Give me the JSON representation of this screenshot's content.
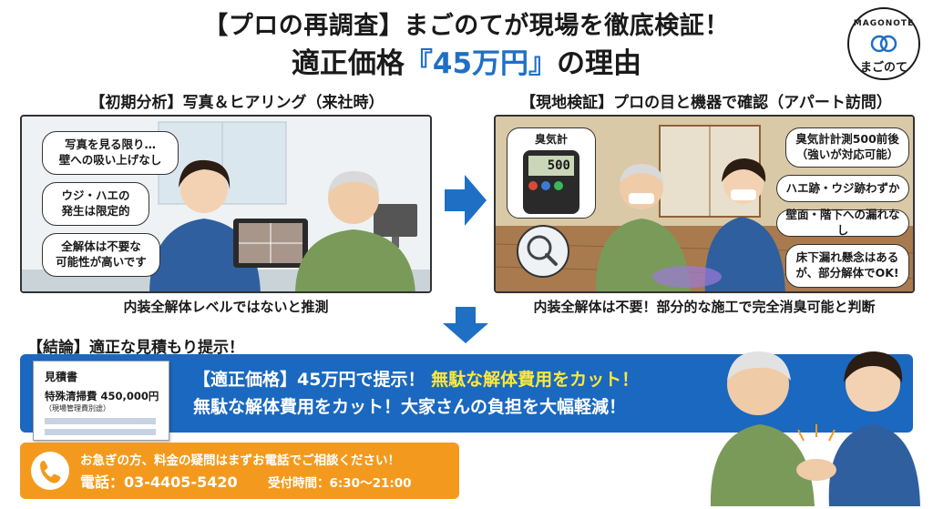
{
  "header": {
    "title_line1": "【プロの再調査】まごのてが現場を徹底検証！",
    "title_line2_pre": "適正価格",
    "title_line2_accent": "『45万円』",
    "title_line2_post": "の理由"
  },
  "logo": {
    "top_text": "MAGONOTE",
    "bottom_text": "まごのて"
  },
  "section1": {
    "heading": "【初期分析】写真＆ヒアリング（来社時）",
    "bubbles": [
      "写真を見る限り…\n壁への吸い上げなし",
      "ウジ・ハエの\n発生は限定的",
      "全解体は不要な\n可能性が高いです"
    ],
    "caption": "内装全解体レベルではないと推測"
  },
  "section2": {
    "heading": "【現地検証】プロの目と機器で確認（アパート訪問）",
    "meter_label": "臭気計",
    "meter_value": "500",
    "bubbles": [
      "臭気計計測500前後\n（強いが対応可能）",
      "ハエ跡・ウジ跡わずか",
      "壁面・階下への漏れなし",
      "床下漏れ懸念はあるが、部分解体でOK!"
    ],
    "caption": "内装全解体は不要！部分的な施工で完全消臭可能と判断"
  },
  "section3": {
    "heading": "【結論】適正な見積もり提示！",
    "estimate": {
      "title": "見積書",
      "item": "特殊清掃費 450,000円",
      "note": "（現場管理費別途）"
    },
    "result_line1_main": "【適正価格】45万円で提示！",
    "result_line1_highlight": "無駄な解体費用をカット！",
    "result_line2": "無駄な解体費用をカット！大家さんの負担を大幅軽減！"
  },
  "contact": {
    "message": "お急ぎの方、料金の疑問はまずお電話でご相談ください！",
    "tel": "電話：03-4405-5420",
    "hours": "受付時間：6:30〜21:00"
  },
  "colors": {
    "accent_blue": "#1f6fc5",
    "result_bar": "#1a68bf",
    "highlight_yellow": "#ffe83a",
    "contact_orange": "#f39a1e"
  },
  "icons": {
    "phone": "phone-icon",
    "arrow_right": "arrow-right-icon",
    "arrow_down": "arrow-down-icon",
    "magnifier": "magnifier-icon"
  }
}
